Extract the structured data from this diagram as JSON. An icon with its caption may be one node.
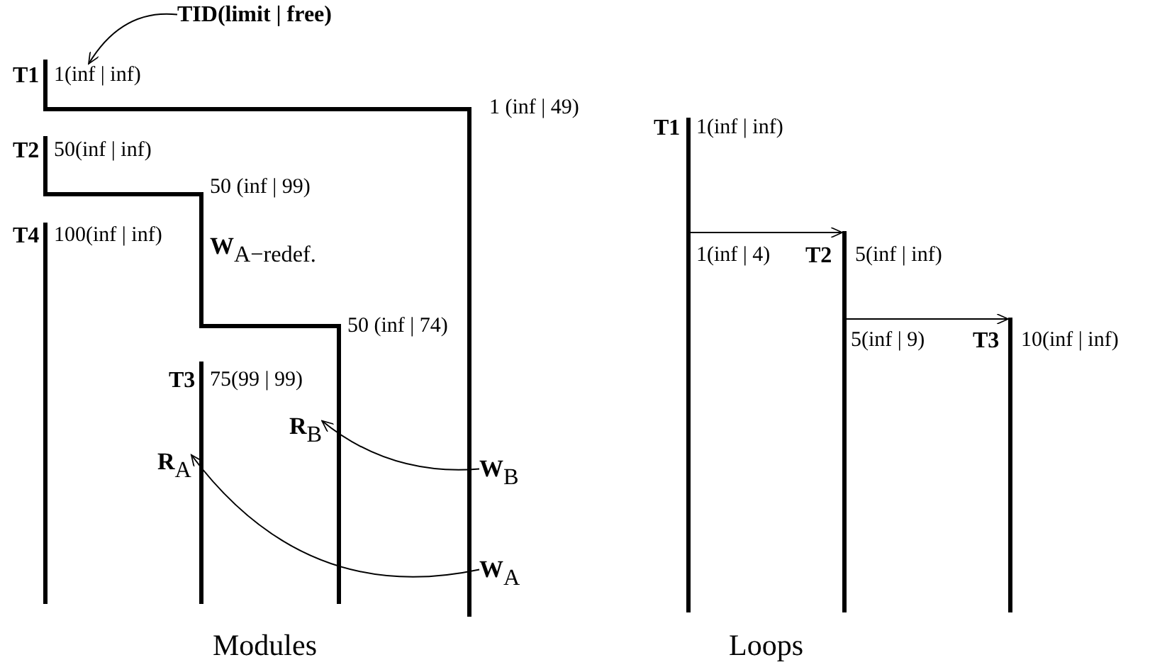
{
  "diagram": {
    "nodes": [
      {
        "text": [
          "TID(limit | free)"
        ]
      },
      {
        "text": [
          "1(inf | inf)"
        ]
      },
      {
        "text": [
          "**R**$_{B}$"
        ]
      },
      {
        "text": [
          "**R**$_{A}$"
        ]
      },
      {
        "text": [
          "**W**$_{B}$"
        ]
      },
      {
        "text": [
          "**W**$_{A}$"
        ]
      },
      {
        "text": [],
        "shape": "bar"
      },
      {
        "text": [],
        "shape": "bar"
      },
      {
        "text": [],
        "shape": "bar"
      }
    ],
    "edges": [
      {
        "from": 0,
        "to": 1,
        "arrow": "to"
      },
      {
        "from": 4,
        "to": 2,
        "arrow": "to"
      },
      {
        "from": 5,
        "to": 3,
        "arrow": "to"
      },
      {
        "from": 6,
        "to": 7,
        "arrow": "to"
      },
      {
        "from": 7,
        "to": 8,
        "arrow": "to"
      }
    ],
    "labels": [
      "T1",
      "1 (inf | 49)",
      "T2",
      "50(inf | inf)",
      "50 (inf | 99)",
      "T4",
      "100(inf | inf)",
      "**W**$_{A−redef.}$",
      "50 (inf | 74)",
      "T3",
      "75(99 | 99)",
      "Modules",
      "T1",
      "1(inf | inf)",
      "1(inf | 4)",
      "T2",
      "5(inf | inf)",
      "5(inf | 9)",
      "T3",
      "10(inf | inf)",
      "Loops"
    ]
  }
}
